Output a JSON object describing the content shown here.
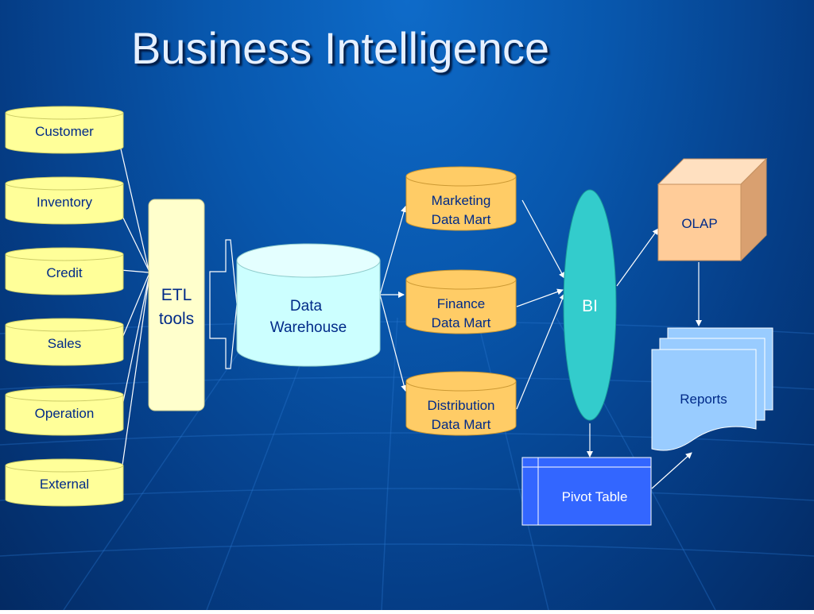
{
  "title": "Business Intelligence",
  "sources": [
    "Customer",
    "Inventory",
    "Credit",
    "Sales",
    "Operation",
    "External"
  ],
  "etl": {
    "line1": "ETL",
    "line2": "tools"
  },
  "warehouse": {
    "line1": "Data",
    "line2": "Warehouse"
  },
  "marts": [
    {
      "line1": "Marketing",
      "line2": "Data Mart"
    },
    {
      "line1": "Finance",
      "line2": "Data Mart"
    },
    {
      "line1": "Distribution",
      "line2": "Data Mart"
    }
  ],
  "bi": "BI",
  "olap": "OLAP",
  "reports": "Reports",
  "pivot": "Pivot Table",
  "colors": {
    "source_fill": "#ffff99",
    "etl_fill": "#ffffcc",
    "warehouse_fill": "#ccffff",
    "mart_fill": "#ffcc66",
    "bi_fill": "#33cccc",
    "olap_fill": "#ffcc99",
    "reports_fill": "#99ccff",
    "pivot_fill": "#3366ff"
  }
}
